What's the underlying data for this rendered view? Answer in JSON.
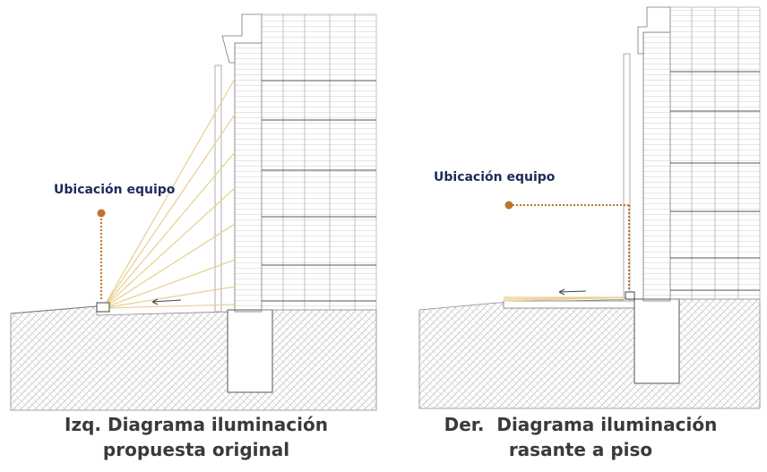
{
  "left_panel": {
    "callout": "Ubicación equipo",
    "caption_line1": "Izq. Diagrama iluminación",
    "caption_line2": "propuesta original"
  },
  "right_panel": {
    "callout": "Ubicación equipo",
    "caption_line1": "Der.  Diagrama iluminación",
    "caption_line2": "rasante a piso"
  },
  "colors": {
    "callout_text": "#1f2a5a",
    "marker": "#c0742a",
    "light_rays": "#e6cf8f",
    "wall_lines": "#8a8a8a",
    "ground_hatch": "#b8b8b8",
    "caption_text": "#3a3a3a"
  }
}
